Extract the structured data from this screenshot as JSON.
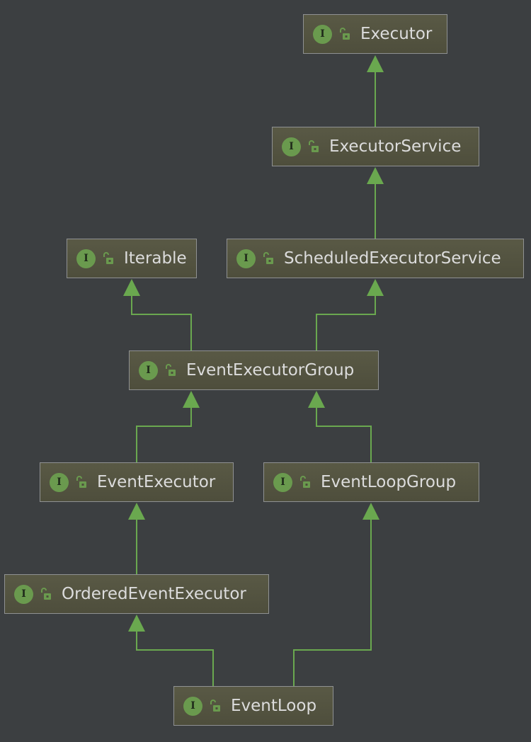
{
  "colors": {
    "background": "#3c3f41",
    "edge": "#6aa84f",
    "node_fill": "#52523f",
    "node_border": "#8f9192",
    "badge": "#6a9a4e",
    "text": "#dcdcdc"
  },
  "icons": {
    "interface_badge": "interface-icon",
    "access_modifier": "open-lock-icon"
  },
  "nodes": {
    "executor": {
      "badge": "I",
      "label": "Executor"
    },
    "executor_service": {
      "badge": "I",
      "label": "ExecutorService"
    },
    "iterable": {
      "badge": "I",
      "label": "Iterable"
    },
    "scheduled_executor_service": {
      "badge": "I",
      "label": "ScheduledExecutorService"
    },
    "event_executor_group": {
      "badge": "I",
      "label": "EventExecutorGroup"
    },
    "event_executor": {
      "badge": "I",
      "label": "EventExecutor"
    },
    "event_loop_group": {
      "badge": "I",
      "label": "EventLoopGroup"
    },
    "ordered_event_executor": {
      "badge": "I",
      "label": "OrderedEventExecutor"
    },
    "event_loop": {
      "badge": "I",
      "label": "EventLoop"
    }
  },
  "edges": [
    {
      "from": "executor_service",
      "to": "executor"
    },
    {
      "from": "scheduled_executor_service",
      "to": "executor_service"
    },
    {
      "from": "event_executor_group",
      "to": "iterable"
    },
    {
      "from": "event_executor_group",
      "to": "scheduled_executor_service"
    },
    {
      "from": "event_executor",
      "to": "event_executor_group"
    },
    {
      "from": "event_loop_group",
      "to": "event_executor_group"
    },
    {
      "from": "ordered_event_executor",
      "to": "event_executor"
    },
    {
      "from": "event_loop",
      "to": "ordered_event_executor"
    },
    {
      "from": "event_loop",
      "to": "event_loop_group"
    }
  ]
}
